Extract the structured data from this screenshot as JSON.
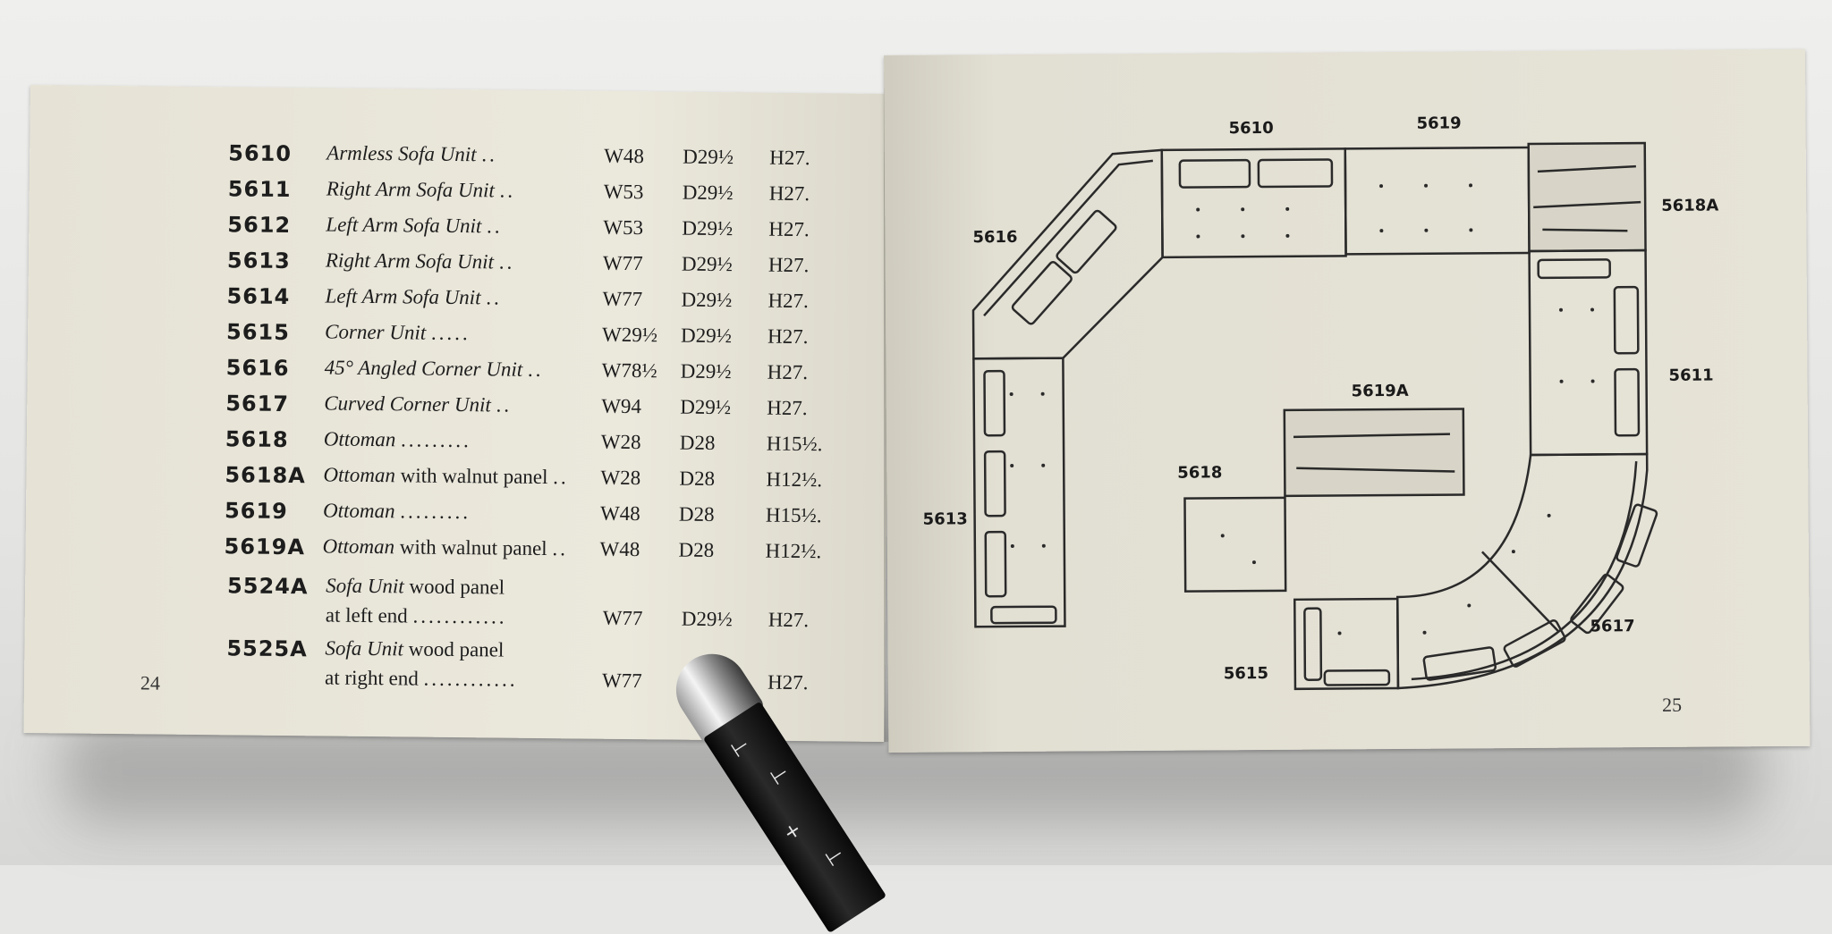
{
  "left_page": {
    "items": [
      {
        "code": "5610",
        "name": "Armless Sofa Unit",
        "rest": "",
        "w": "W48",
        "d": "D29½",
        "h": "H27."
      },
      {
        "code": "5611",
        "name": "Right Arm Sofa Unit",
        "rest": "",
        "w": "W53",
        "d": "D29½",
        "h": "H27."
      },
      {
        "code": "5612",
        "name": "Left Arm Sofa Unit",
        "rest": "",
        "w": "W53",
        "d": "D29½",
        "h": "H27."
      },
      {
        "code": "5613",
        "name": "Right Arm Sofa Unit",
        "rest": "",
        "w": "W77",
        "d": "D29½",
        "h": "H27."
      },
      {
        "code": "5614",
        "name": "Left Arm Sofa Unit",
        "rest": "",
        "w": "W77",
        "d": "D29½",
        "h": "H27."
      },
      {
        "code": "5615",
        "name": "Corner Unit",
        "rest": "",
        "w": "W29½",
        "d": "D29½",
        "h": "H27."
      },
      {
        "code": "5616",
        "name": "45° Angled Corner Unit",
        "rest": "",
        "w": "W78½",
        "d": "D29½",
        "h": "H27."
      },
      {
        "code": "5617",
        "name": "Curved Corner Unit",
        "rest": "",
        "w": "W94",
        "d": "D29½",
        "h": "H27."
      },
      {
        "code": "5618",
        "name": "Ottoman",
        "rest": "",
        "w": "W28",
        "d": "D28",
        "h": "H15½."
      },
      {
        "code": "5618A",
        "name": "Ottoman",
        "rest": " with walnut panel",
        "w": "W28",
        "d": "D28",
        "h": "H12½."
      },
      {
        "code": "5619",
        "name": "Ottoman",
        "rest": "",
        "w": "W48",
        "d": "D28",
        "h": "H15½."
      },
      {
        "code": "5619A",
        "name": "Ottoman",
        "rest": " with walnut panel",
        "w": "W48",
        "d": "D28",
        "h": "H12½."
      }
    ],
    "two_line_items": [
      {
        "code": "5524A",
        "name": "Sofa Unit",
        "rest": " wood panel",
        "line2": "at left end",
        "w": "W77",
        "d": "D29½",
        "h": "H27."
      },
      {
        "code": "5525A",
        "name": "Sofa Unit",
        "rest": " wood panel",
        "line2": "at right end",
        "w": "W77",
        "d": "",
        "h": "H27."
      }
    ],
    "page_number": "24"
  },
  "right_page": {
    "labels": {
      "l5610": "5610",
      "l5619": "5619",
      "l5618A": "5618A",
      "l5616": "5616",
      "l5611": "5611",
      "l5619A": "5619A",
      "l5618": "5618",
      "l5613": "5613",
      "l5617": "5617",
      "l5615": "5615"
    },
    "page_number": "25"
  }
}
